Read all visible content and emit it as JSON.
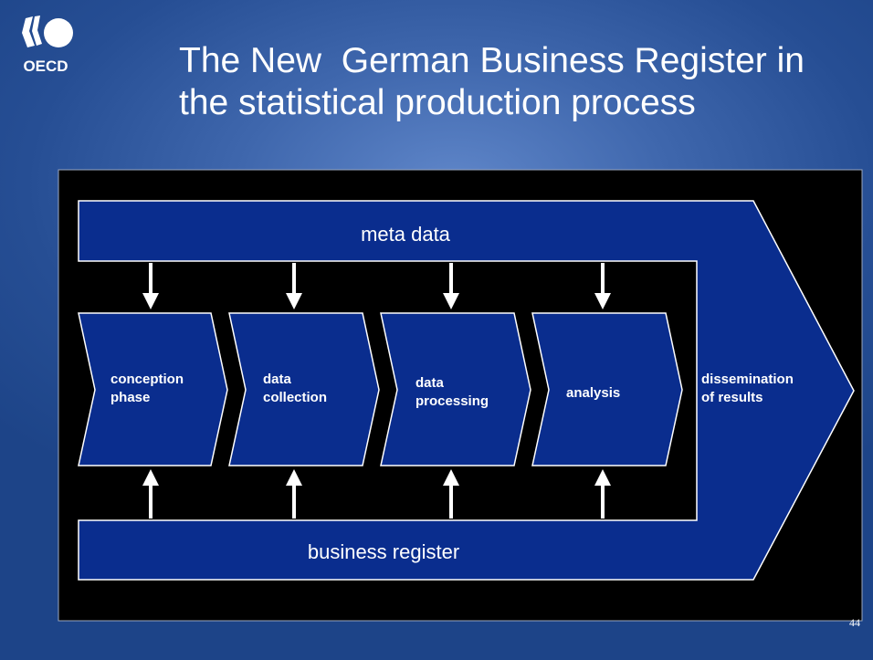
{
  "slide": {
    "title_line1": "The New  German Business Register in",
    "title_line2": "the statistical production process",
    "logo_text": "OECD",
    "page_number": "44"
  },
  "diagram": {
    "meta_data": "meta data",
    "business_register": "business register",
    "steps": [
      {
        "line1": "conception",
        "line2": "phase"
      },
      {
        "line1": "data",
        "line2": "collection"
      },
      {
        "line1": "data",
        "line2": "processing"
      },
      {
        "line1": "analysis",
        "line2": ""
      }
    ],
    "final_step": {
      "line1": "dissemination",
      "line2": "of results"
    }
  },
  "colors": {
    "background": "#2a57a0",
    "panel": "#000000",
    "shape_fill": "#0a2d8e",
    "shape_stroke": "#ffffff",
    "text": "#ffffff"
  }
}
